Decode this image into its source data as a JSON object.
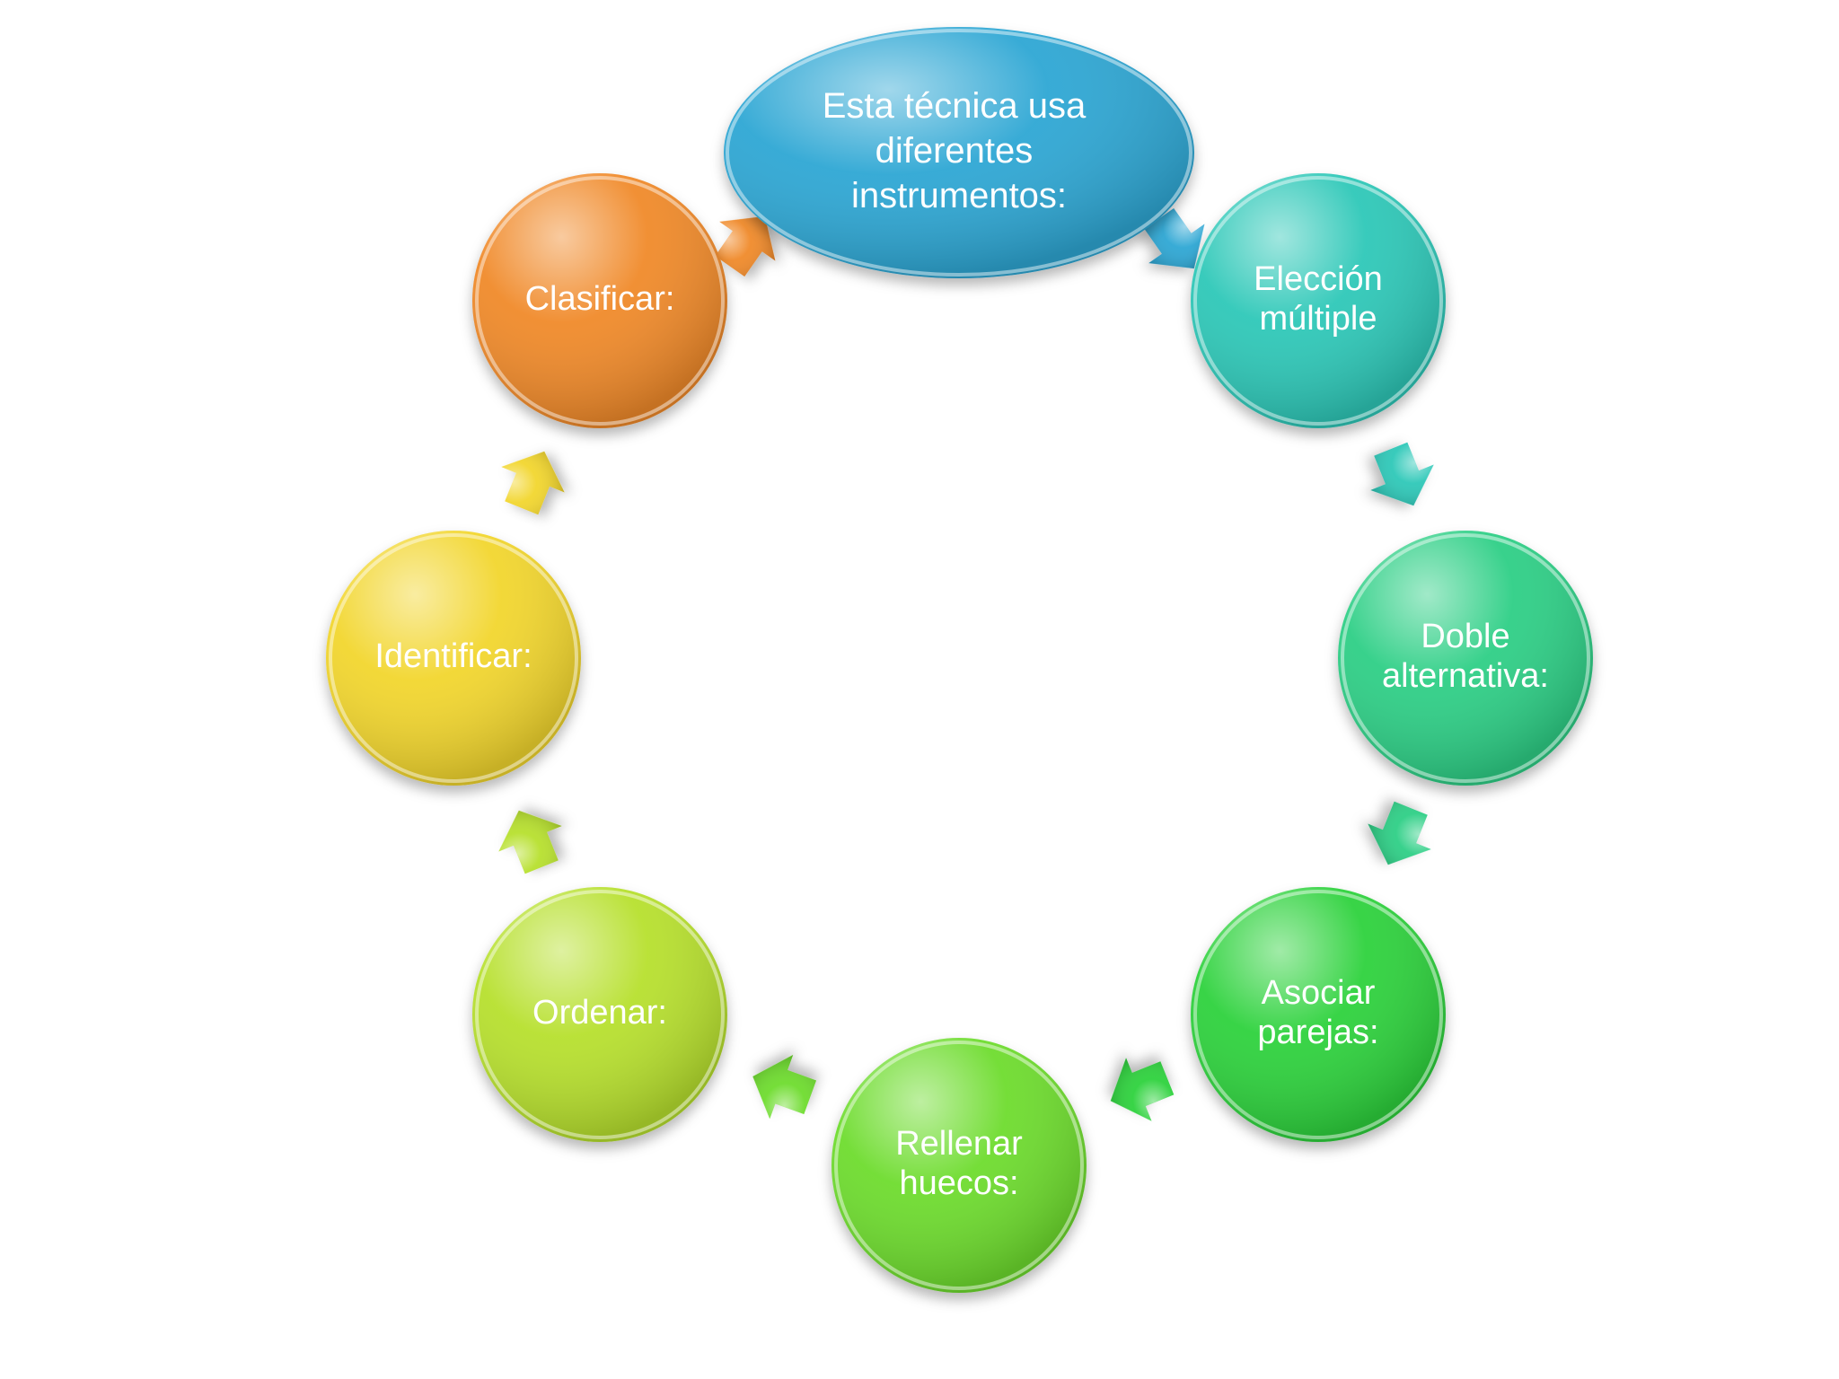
{
  "center": {
    "lines": [
      "Esta técnica usa",
      "diferentes",
      "instrumentos:"
    ],
    "color": "#2fa7d4"
  },
  "nodes": [
    {
      "id": "eleccion-multiple",
      "lines": [
        "Elección",
        "múltiple"
      ],
      "color": "#2fc8b8"
    },
    {
      "id": "doble-alternativa",
      "lines": [
        "Doble",
        "alternativa:"
      ],
      "color": "#2ecf86"
    },
    {
      "id": "asociar-parejas",
      "lines": [
        "Asociar",
        "parejas:"
      ],
      "color": "#2fd23e"
    },
    {
      "id": "rellenar-huecos",
      "lines": [
        "Rellenar",
        "huecos:"
      ],
      "color": "#6edc2e"
    },
    {
      "id": "ordenar",
      "lines": [
        "Ordenar:"
      ],
      "color": "#b7e02e"
    },
    {
      "id": "identificar",
      "lines": [
        "Identificar:"
      ],
      "color": "#f2d62e"
    },
    {
      "id": "clasificar",
      "lines": [
        "Clasificar:"
      ],
      "color": "#f08a2a"
    }
  ]
}
